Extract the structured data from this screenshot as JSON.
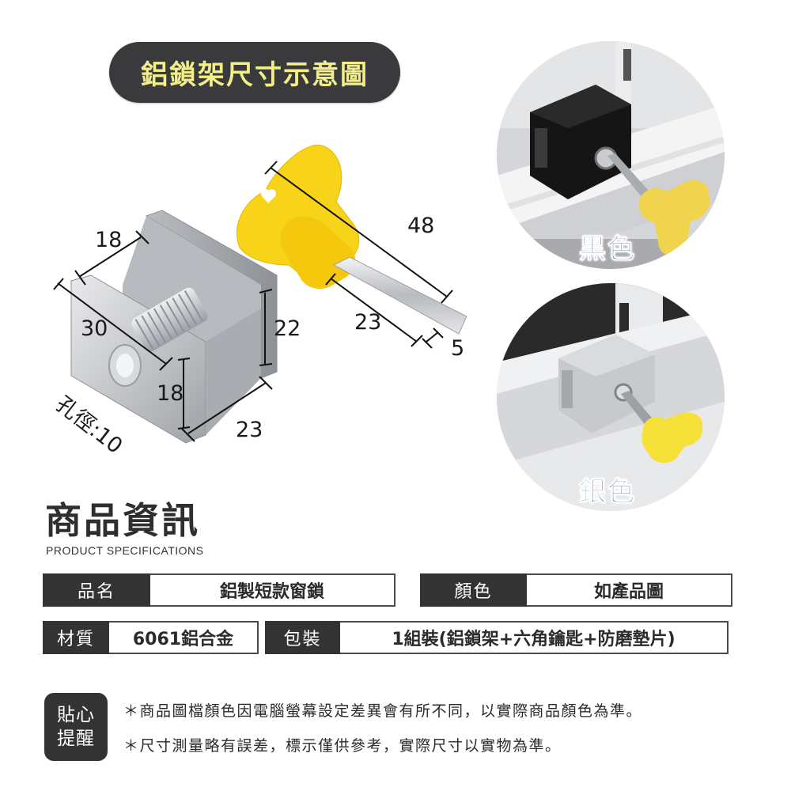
{
  "header": {
    "title": "鋁鎖架尺寸示意圖"
  },
  "diagram": {
    "bracket_dimensions": {
      "top_width": "18",
      "length": "30",
      "front_height": "18",
      "side_height": "22",
      "depth": "23",
      "hole_diameter": "孔徑:10"
    },
    "key_dimensions": {
      "total_length": "48",
      "shaft_length": "23",
      "shaft_width": "5"
    }
  },
  "variants": [
    {
      "label": "黑色",
      "color": "#1f5f85"
    },
    {
      "label": "銀色",
      "color": "#1f5f85"
    }
  ],
  "specs": {
    "title": "商品資訊",
    "subtitle": "PRODUCT  SPECIFICATIONS",
    "rows": [
      [
        {
          "label": "品名",
          "value": "鋁製短款窗鎖"
        },
        {
          "label": "顏色",
          "value": "如產品圖"
        }
      ],
      [
        {
          "label": "材質",
          "value": "6061鋁合金"
        },
        {
          "label": "包裝",
          "value": "1組裝(鋁鎖架+六角鑰匙+防磨墊片)"
        }
      ]
    ]
  },
  "reminder": {
    "badge_line1": "貼心",
    "badge_line2": "提醒",
    "notes": [
      "＊商品圖檔顏色因電腦螢幕設定差異會有所不同，以實際商品顏色為準。",
      "＊尺寸測量略有誤差，標示僅供參考，實際尺寸以實物為準。"
    ]
  },
  "colors": {
    "dark": "#333333",
    "title_text": "#f2ee8a",
    "key_yellow": "#f7d31a",
    "label_blue": "#1f5f85"
  }
}
